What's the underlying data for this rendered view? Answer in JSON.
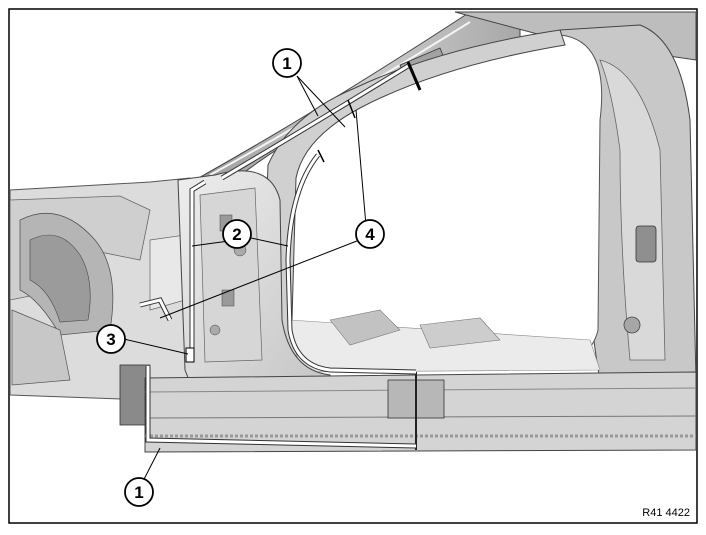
{
  "callouts": [
    {
      "label": "1"
    },
    {
      "label": "2"
    },
    {
      "label": "3"
    },
    {
      "label": "4"
    },
    {
      "label": "1"
    }
  ],
  "reference_code": "R41 4422",
  "colors": {
    "panel_light": "#e4e4e4",
    "panel_mid": "#c9c9c9",
    "panel_dark": "#8c8c8c",
    "outline": "#3a3a3a",
    "cut_line": "#ffffff",
    "border": "#000000"
  }
}
